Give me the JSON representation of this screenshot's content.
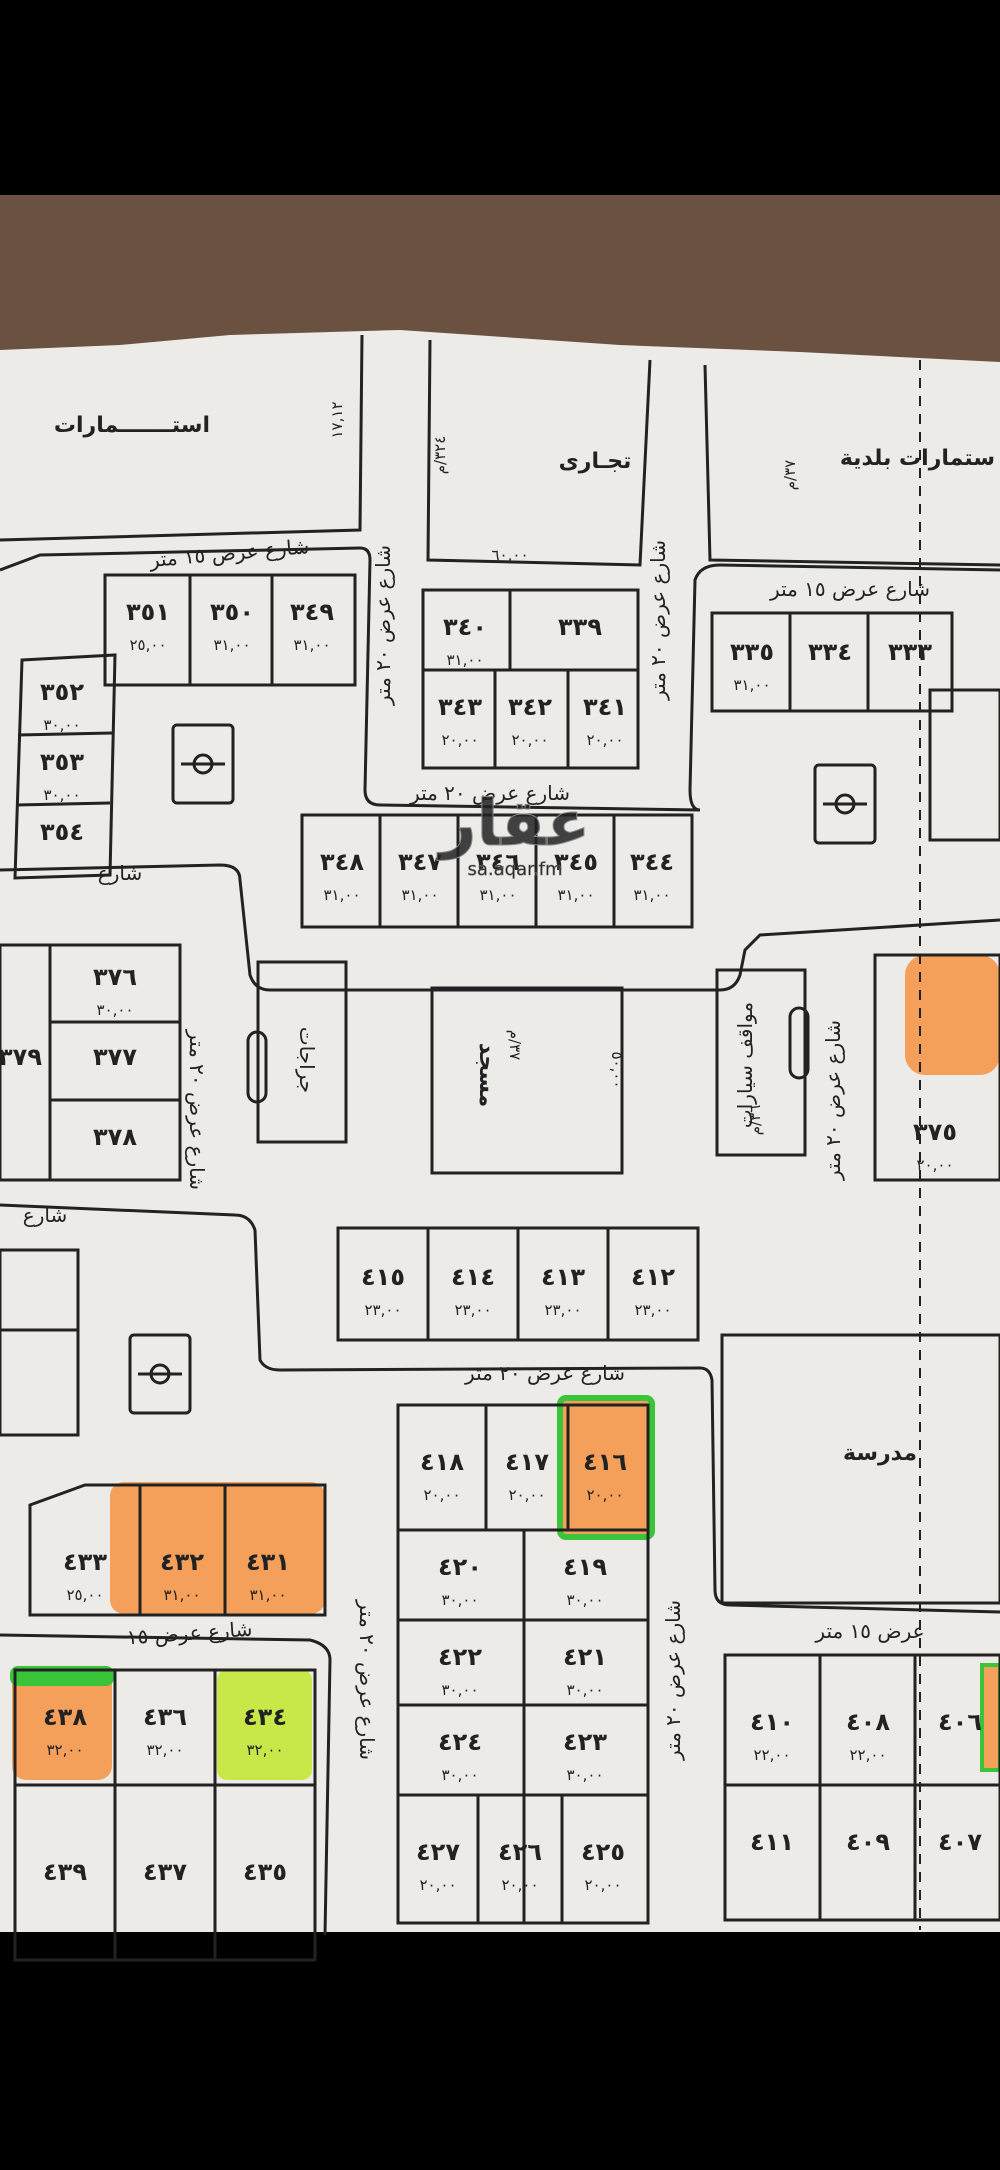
{
  "colors": {
    "background": "#000000",
    "table_surface": "#6b5140",
    "paper": "#ecebe8",
    "ink": "#222222",
    "highlight_orange": "#f4a05a",
    "highlight_green": "#39c439",
    "highlight_yellow_green": "#c8e84a"
  },
  "watermark": {
    "brand": "عقار",
    "url": "sa.aqar.fm"
  },
  "labels": {
    "top_left": "استـــــــمارات",
    "top_right": "ستمارات بلدية",
    "commercial": "تجـارى",
    "mosque": "مسجد",
    "mosque_area": "٣٧/م",
    "school": "مدرسة",
    "parking": "مواقف سيارات",
    "parking2": "جراجات",
    "area_324": "٣٢٤/م",
    "area_37": "٣٧/م",
    "area_36": "٣٦/م",
    "dim_17": "١٧,١٢",
    "dim_600": "٦٠,٠٠",
    "dim_5000": "٥٠,٠٠"
  },
  "streets": {
    "w15": "شارع عرض ١٥ متر",
    "w20": "شارع عرض ٢٠ متر",
    "w15b": "شارع عرض ١٥ متر",
    "w20b": "شارع عرض ٢٠ متر",
    "street": "شارع",
    "street2": "شارع",
    "w20c": "شارع عرض ٢٠ متر",
    "w20d": "شارع عرض ٢٠ متر",
    "w15c": "شارع عرض ١٥",
    "w20e": "شارع عرض ٢٠ متر",
    "w20f": "شارع عرض ٢٠ متر",
    "w15d": "عرض ١٥ متر",
    "w20g": "شارع عرض ٢٠ متر",
    "w20h": "شارع عرض ٢٠ متر"
  },
  "plots": [
    {
      "id": "p351",
      "number": "٣٥١",
      "dim": "٢٥,٠٠"
    },
    {
      "id": "p350",
      "number": "٣٥٠",
      "dim": "٣١,٠٠"
    },
    {
      "id": "p349",
      "number": "٣٤٩",
      "dim": "٣١,٠٠"
    },
    {
      "id": "p352",
      "number": "٣٥٢",
      "dim": "٣٠,٠٠"
    },
    {
      "id": "p353",
      "number": "٣٥٣",
      "dim": "٣٠,٠٠"
    },
    {
      "id": "p354",
      "number": "٣٥٤",
      "dim": ""
    },
    {
      "id": "p340",
      "number": "٣٤٠",
      "dim": "٣١,٠٠"
    },
    {
      "id": "p339",
      "number": "٣٣٩",
      "dim": ""
    },
    {
      "id": "p343",
      "number": "٣٤٣",
      "dim": "٢٠,٠٠"
    },
    {
      "id": "p342",
      "number": "٣٤٢",
      "dim": "٢٠,٠٠"
    },
    {
      "id": "p341",
      "number": "٣٤١",
      "dim": "٢٠,٠٠"
    },
    {
      "id": "p335",
      "number": "٣٣٥",
      "dim": "٣١,٠٠"
    },
    {
      "id": "p334",
      "number": "٣٣٤",
      "dim": ""
    },
    {
      "id": "p333",
      "number": "٣٣٣",
      "dim": ""
    },
    {
      "id": "p348",
      "number": "٣٤٨",
      "dim": "٣١,٠٠"
    },
    {
      "id": "p347",
      "number": "٣٤٧",
      "dim": "٣١,٠٠"
    },
    {
      "id": "p346",
      "number": "٣٤٦",
      "dim": "٣١,٠٠"
    },
    {
      "id": "p345",
      "number": "٣٤٥",
      "dim": "٣١,٠٠"
    },
    {
      "id": "p344",
      "number": "٣٤٤",
      "dim": "٣١,٠٠"
    },
    {
      "id": "p376",
      "number": "٣٧٦",
      "dim": "٣٠,٠٠"
    },
    {
      "id": "p377",
      "number": "٣٧٧",
      "dim": ""
    },
    {
      "id": "p378",
      "number": "٣٧٨",
      "dim": ""
    },
    {
      "id": "p379",
      "number": "٣٧٩",
      "dim": ""
    },
    {
      "id": "p375",
      "number": "٣٧٥",
      "dim": "٢٠,٠٠"
    },
    {
      "id": "p415",
      "number": "٤١٥",
      "dim": "٢٣,٠٠"
    },
    {
      "id": "p414",
      "number": "٤١٤",
      "dim": "٢٣,٠٠"
    },
    {
      "id": "p413",
      "number": "٤١٣",
      "dim": "٢٣,٠٠"
    },
    {
      "id": "p412",
      "number": "٤١٢",
      "dim": "٢٣,٠٠"
    },
    {
      "id": "p418",
      "number": "٤١٨",
      "dim": "٢٠,٠٠"
    },
    {
      "id": "p417",
      "number": "٤١٧",
      "dim": "٢٠,٠٠"
    },
    {
      "id": "p416",
      "number": "٤١٦",
      "dim": "٢٠,٠٠"
    },
    {
      "id": "p420",
      "number": "٤٢٠",
      "dim": "٣٠,٠٠"
    },
    {
      "id": "p419",
      "number": "٤١٩",
      "dim": "٣٠,٠٠"
    },
    {
      "id": "p422",
      "number": "٤٢٢",
      "dim": "٣٠,٠٠"
    },
    {
      "id": "p421",
      "number": "٤٢١",
      "dim": "٣٠,٠٠"
    },
    {
      "id": "p424",
      "number": "٤٢٤",
      "dim": "٣٠,٠٠"
    },
    {
      "id": "p423",
      "number": "٤٢٣",
      "dim": "٣٠,٠٠"
    },
    {
      "id": "p427",
      "number": "٤٢٧",
      "dim": "٢٠,٠٠"
    },
    {
      "id": "p426",
      "number": "٤٢٦",
      "dim": "٢٠,٠٠"
    },
    {
      "id": "p425",
      "number": "٤٢٥",
      "dim": "٢٠,٠٠"
    },
    {
      "id": "p433",
      "number": "٤٣٣",
      "dim": "٢٥,٠٠"
    },
    {
      "id": "p432",
      "number": "٤٣٢",
      "dim": "٣١,٠٠"
    },
    {
      "id": "p431",
      "number": "٤٣١",
      "dim": "٣١,٠٠"
    },
    {
      "id": "p438",
      "number": "٤٣٨",
      "dim": "٣٢,٠٠"
    },
    {
      "id": "p436",
      "number": "٤٣٦",
      "dim": "٣٢,٠٠"
    },
    {
      "id": "p434",
      "number": "٤٣٤",
      "dim": "٣٢,٠٠"
    },
    {
      "id": "p439",
      "number": "٤٣٩",
      "dim": ""
    },
    {
      "id": "p437",
      "number": "٤٣٧",
      "dim": ""
    },
    {
      "id": "p435",
      "number": "٤٣٥",
      "dim": ""
    },
    {
      "id": "p410",
      "number": "٤١٠",
      "dim": "٢٢,٠٠"
    },
    {
      "id": "p408",
      "number": "٤٠٨",
      "dim": "٢٢,٠٠"
    },
    {
      "id": "p406",
      "number": "٤٠٦",
      "dim": ""
    },
    {
      "id": "p411",
      "number": "٤١١",
      "dim": ""
    },
    {
      "id": "p409",
      "number": "٤٠٩",
      "dim": ""
    },
    {
      "id": "p407",
      "number": "٤٠٧",
      "dim": ""
    }
  ]
}
